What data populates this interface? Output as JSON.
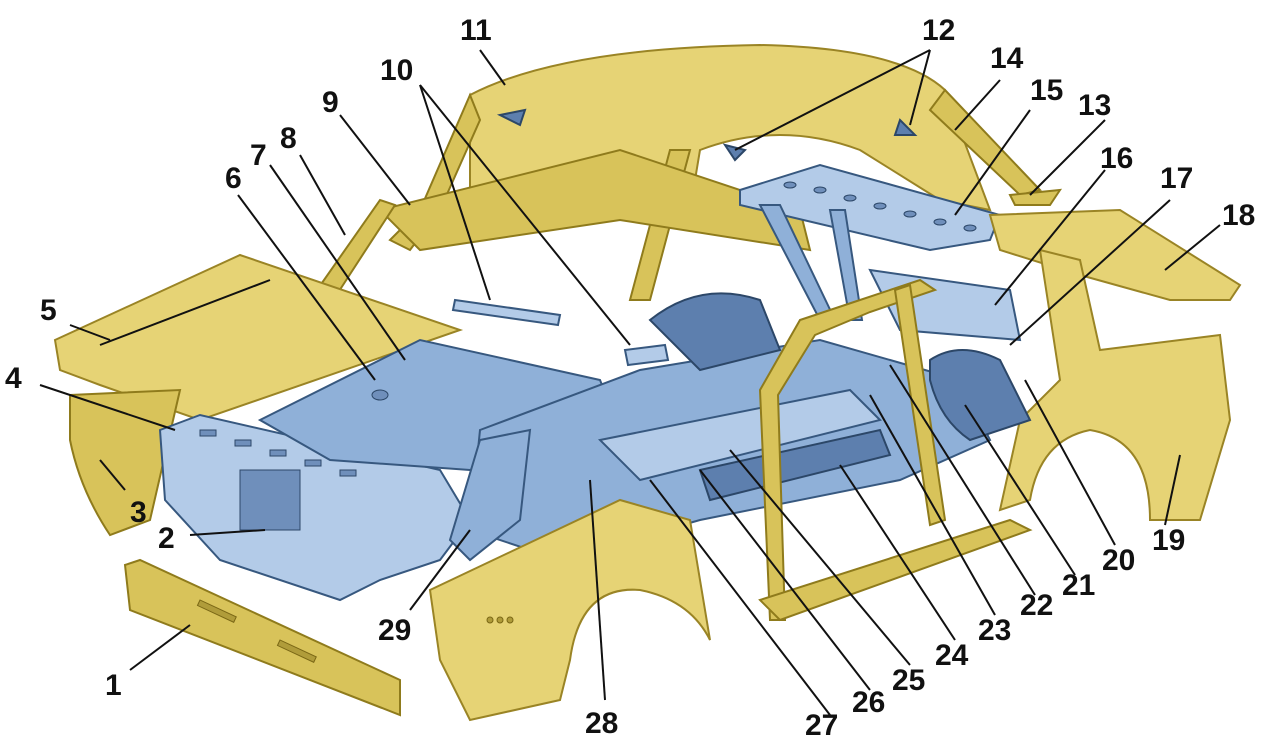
{
  "callouts": [
    {
      "id": 1,
      "label": "1"
    },
    {
      "id": 2,
      "label": "2"
    },
    {
      "id": 3,
      "label": "3"
    },
    {
      "id": 4,
      "label": "4"
    },
    {
      "id": 5,
      "label": "5"
    },
    {
      "id": 6,
      "label": "6"
    },
    {
      "id": 7,
      "label": "7"
    },
    {
      "id": 8,
      "label": "8"
    },
    {
      "id": 9,
      "label": "9"
    },
    {
      "id": 10,
      "label": "10"
    },
    {
      "id": 11,
      "label": "11"
    },
    {
      "id": 12,
      "label": "12"
    },
    {
      "id": 13,
      "label": "13"
    },
    {
      "id": 14,
      "label": "14"
    },
    {
      "id": 15,
      "label": "15"
    },
    {
      "id": 16,
      "label": "16"
    },
    {
      "id": 17,
      "label": "17"
    },
    {
      "id": 18,
      "label": "18"
    },
    {
      "id": 19,
      "label": "19"
    },
    {
      "id": 20,
      "label": "20"
    },
    {
      "id": 21,
      "label": "21"
    },
    {
      "id": 22,
      "label": "22"
    },
    {
      "id": 23,
      "label": "23"
    },
    {
      "id": 24,
      "label": "24"
    },
    {
      "id": 25,
      "label": "25"
    },
    {
      "id": 26,
      "label": "26"
    },
    {
      "id": 27,
      "label": "27"
    },
    {
      "id": 28,
      "label": "28"
    },
    {
      "id": 29,
      "label": "29"
    }
  ],
  "colors": {
    "outer_panels": "#d8c35a",
    "inner_structure": "#8fb0d8",
    "label_ink": "#111111"
  }
}
